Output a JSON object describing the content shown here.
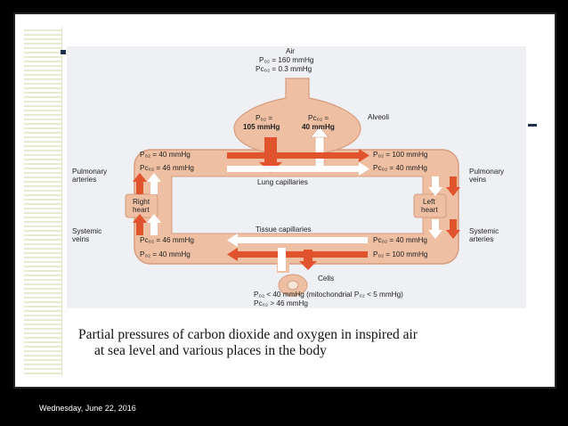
{
  "diagram": {
    "air": {
      "title": "Air",
      "po2": "P₀₂ = 160 mmHg",
      "pco2": "Pᴄ₀₂ = 0.3 mmHg"
    },
    "alveoli": {
      "label": "Alveoli",
      "po2_a": "P₀₂ =",
      "po2_b": "105 mmHg",
      "pco2_a": "Pᴄ₀₂ =",
      "pco2_b": "40 mmHg"
    },
    "top_left": {
      "po2": "P₀₂ = 40 mmHg",
      "pco2": "Pᴄ₀₂ = 46 mmHg"
    },
    "top_right": {
      "po2": "P₀₂ = 100 mmHg",
      "pco2": "Pᴄ₀₂ = 40 mmHg"
    },
    "bottom_left": {
      "pco2": "Pᴄ₀₂ = 46 mmHg",
      "po2": "P₀₂ = 40 mmHg"
    },
    "bottom_right": {
      "pco2": "Pᴄ₀₂ = 40 mmHg",
      "po2": "P₀₂ = 100 mmHg"
    },
    "labels": {
      "pulmonary_arteries_1": "Pulmonary",
      "pulmonary_arteries_2": "arteries",
      "pulmonary_veins_1": "Pulmonary",
      "pulmonary_veins_2": "veins",
      "systemic_veins_1": "Systemic",
      "systemic_veins_2": "veins",
      "systemic_arteries_1": "Systemic",
      "systemic_arteries_2": "arteries",
      "lung_capillaries": "Lung capillaries",
      "tissue_capillaries": "Tissue capillaries",
      "right_heart_1": "Right",
      "right_heart_2": "heart",
      "left_heart_1": "Left",
      "left_heart_2": "heart",
      "cells": "Cells"
    },
    "cells_note": {
      "line1": "P₀₂ < 40 mmHg (mitochondrial P₀₂ < 5 mmHg)",
      "line2": "Pᴄ₀₂ > 46 mmHg"
    },
    "colors": {
      "vessel": "#eebfa3",
      "vessel_edge": "#d79c7f",
      "o2_arrow": "#e0532c",
      "co2_arrow": "#ffffff"
    }
  },
  "caption": {
    "line1": "Partial pressures of carbon dioxide and oxygen in inspired air",
    "line2": "at sea level and various places in the body"
  },
  "footer": {
    "date": "Wednesday, June 22, 2016"
  }
}
